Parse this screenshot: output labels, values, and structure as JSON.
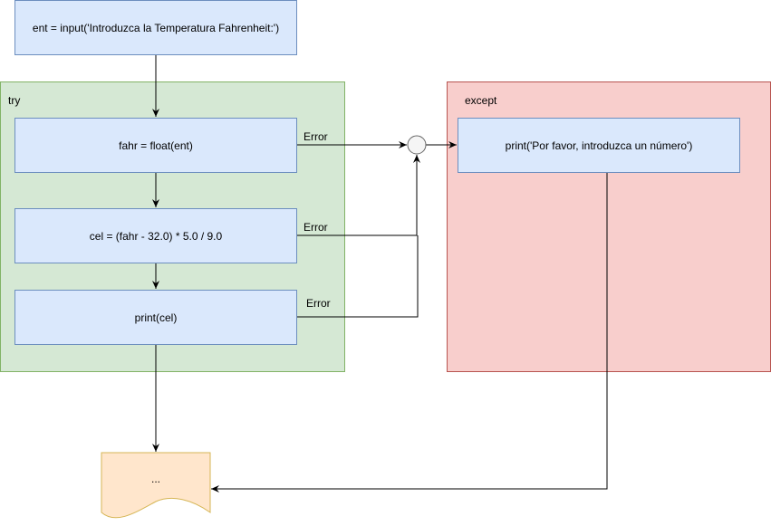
{
  "diagram": {
    "start_node": {
      "text": "ent = input('Introduzca la Temperatura Fahrenheit:')"
    },
    "try_block": {
      "label": "try",
      "steps": [
        {
          "text": "fahr = float(ent)",
          "error_label": "Error"
        },
        {
          "text": "cel = (fahr - 32.0) * 5.0 / 9.0",
          "error_label": "Error"
        },
        {
          "text": "print(cel)",
          "error_label": "Error"
        }
      ]
    },
    "except_block": {
      "label": "except",
      "steps": [
        {
          "text": "print('Por favor, introduzca un número')"
        }
      ]
    },
    "end_node": {
      "text": "..."
    },
    "colors": {
      "process_fill": "#dae8fc",
      "process_stroke": "#6c8ebf",
      "try_fill": "#d5e8d4",
      "try_stroke": "#82b366",
      "except_fill": "#f8cecc",
      "except_stroke": "#b85450",
      "document_fill": "#ffe6cc",
      "document_stroke": "#d6b656",
      "junction_fill": "#f5f5f5",
      "junction_stroke": "#666666"
    }
  }
}
